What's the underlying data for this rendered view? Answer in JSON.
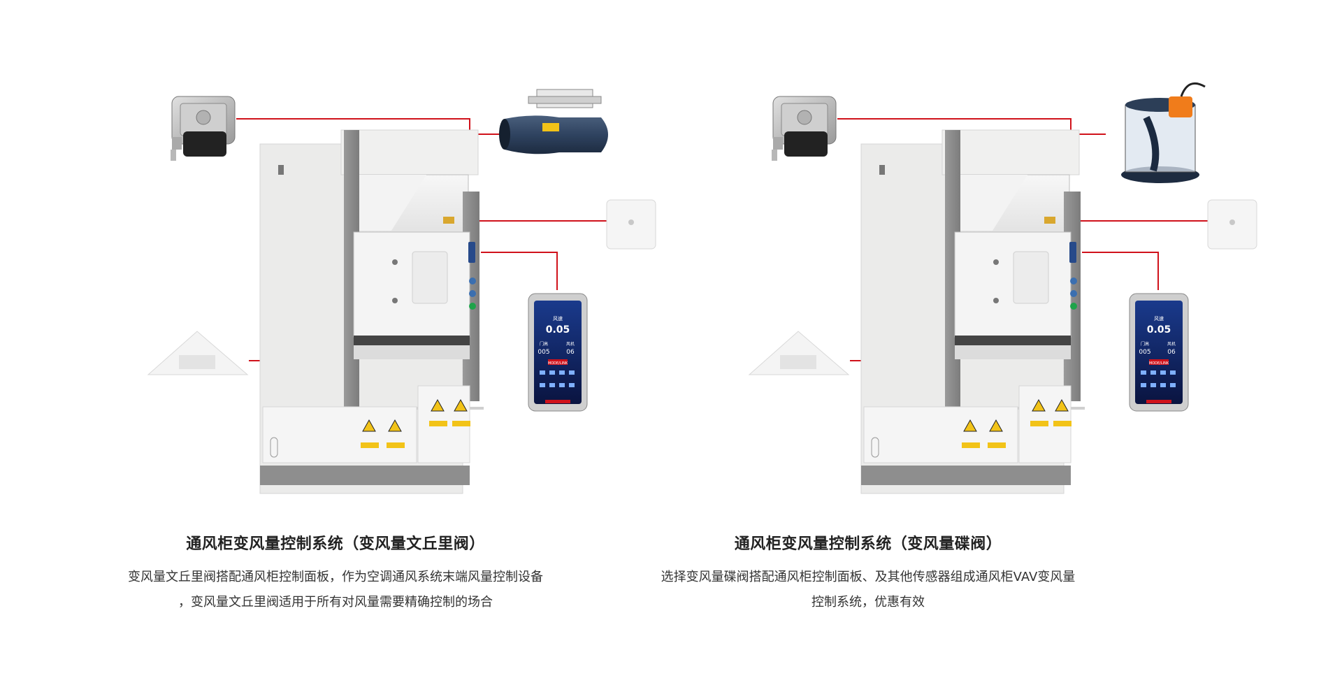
{
  "left": {
    "title": "通风柜变风量控制系统（变风量文丘里阀）",
    "desc_line1": "变风量文丘里阀搭配通风柜控制面板，作为空调通风系统末端风量控制设备",
    "desc_line2": "，变风量文丘里阀适用于所有对风量需要精确控制的场合"
  },
  "right": {
    "title": "通风柜变风量控制系统（变风量碟阀）",
    "desc_line1": "选择变风量碟阀搭配通风柜控制面板、及其他传感器组成通风柜VAV变风量",
    "desc_line2": "控制系统，优惠有效"
  },
  "controller": {
    "reading_label": "风速",
    "reading_value": "0.05",
    "door_label": "门高",
    "door_value": "005",
    "fan_label": "风机",
    "fan_value": "06",
    "button_label": "MODE/LINK"
  },
  "colors": {
    "connector": "#d0121b",
    "cabinet_body": "#ebebea",
    "cabinet_frame": "#8e8e8e",
    "screen": "#0e1e5a"
  }
}
